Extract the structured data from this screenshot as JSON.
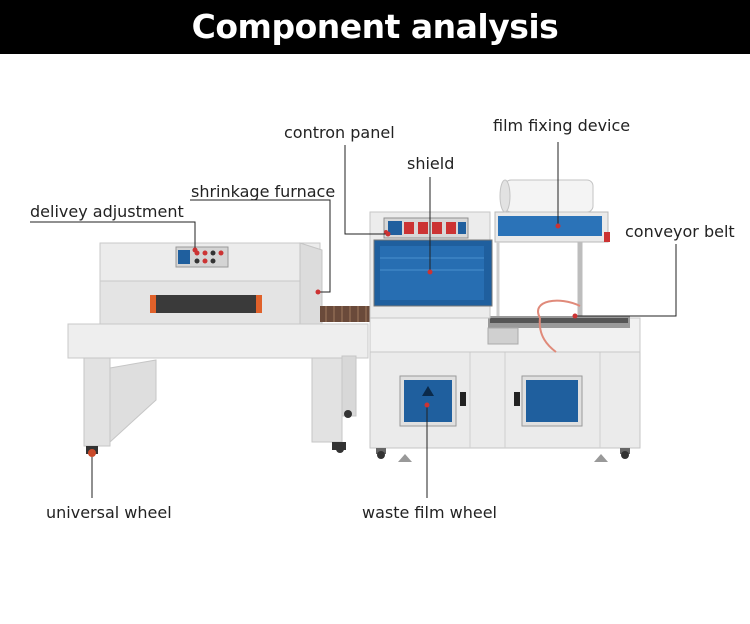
{
  "header": {
    "title": "Component analysis",
    "background": "#000000",
    "title_color": "#ffffff"
  },
  "labels": {
    "contron_panel": "contron panel",
    "film_fixing_device": "film fixing device",
    "shield": "shield",
    "shrinkage_furnace": "shrinkage furnace",
    "delivey_adjustment": "delivey adjustment",
    "conveyor_belt": "conveyor belt",
    "universal_wheel": "universal wheel",
    "waste_film_wheel": "waste film wheel"
  },
  "colors": {
    "machine_body": "#e9e9ea",
    "window_blue": "#1f5f9e",
    "accent_orange": "#e0612a",
    "leader_line": "#222222"
  }
}
